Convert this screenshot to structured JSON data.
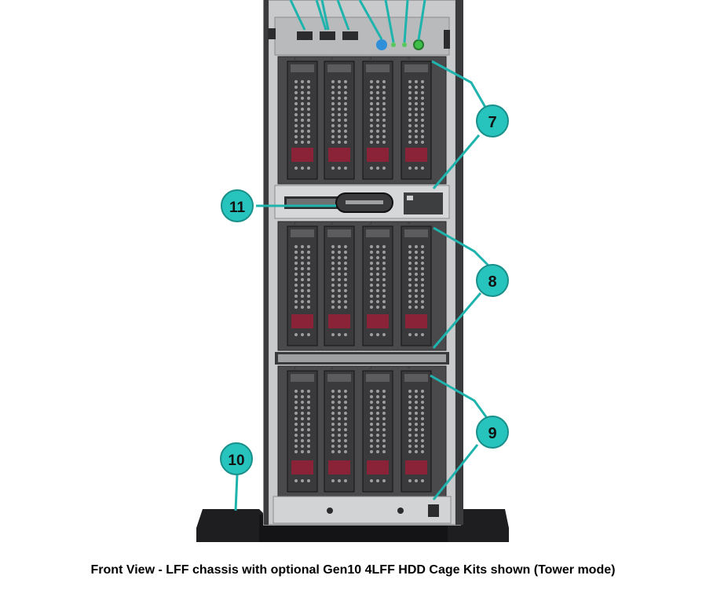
{
  "caption": "Front View - LFF chassis with optional Gen10 4LFF HDD Cage Kits shown (Tower mode)",
  "callouts": [
    {
      "id": "7",
      "label": "7"
    },
    {
      "id": "8",
      "label": "8"
    },
    {
      "id": "9",
      "label": "9"
    },
    {
      "id": "10",
      "label": "10"
    },
    {
      "id": "11",
      "label": "11"
    }
  ],
  "drive_cages": [
    {
      "name": "cage-7",
      "bays": [
        "1",
        "2",
        "3",
        "4"
      ]
    },
    {
      "name": "cage-8",
      "bays": [
        "1",
        "2",
        "3",
        "4"
      ]
    },
    {
      "name": "cage-9",
      "bays": [
        "1",
        "2",
        "3",
        "4"
      ]
    }
  ],
  "colors": {
    "callout_fill": "#27c4bd",
    "callout_stroke": "#1a8f8a",
    "leader_line": "#1fb3ad",
    "chassis": "#c9cacb",
    "chassis_dark": "#2b2b2d",
    "drive_latch": "#8a2238",
    "drive_body": "#3a3a3c",
    "foot": "#1e1e20",
    "uid_button": "#2f8fd8",
    "power_button": "#3fbf4a",
    "status_led": "#57c95b"
  }
}
